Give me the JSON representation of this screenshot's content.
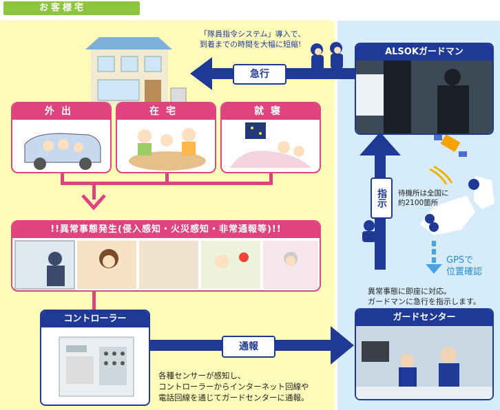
{
  "header_tag": "お客様宅",
  "top_note": [
    "「隊員指令システム」導入で、",
    "到着までの時間を大幅に短縮!"
  ],
  "arrow_labels": {
    "kyukou": "急行",
    "shiji": "指示",
    "tsuhou": "通報"
  },
  "situations": [
    {
      "label": "外出",
      "icon": "family-car-illustration"
    },
    {
      "label": "在宅",
      "icon": "family-dinner-illustration"
    },
    {
      "label": "就寝",
      "icon": "sleeping-illustration"
    }
  ],
  "emergency_title": "!!異常事態発生(侵入感知・火災感知・非常通報等)!!",
  "controller": {
    "title": "コントローラー"
  },
  "guardman": {
    "title": "ALSOKガードマン"
  },
  "guard_center": {
    "title": "ガードセンター"
  },
  "waiting_note": [
    "待機所は全国に",
    "約2100箇所"
  ],
  "gps_label": [
    "GPSで",
    "位置確認"
  ],
  "center_note": [
    "異常事態に即座に対応。",
    "ガードマンに急行を指示します。"
  ],
  "controller_note": [
    "各種センサーが感知し、",
    "コントローラーからインターネット回線や",
    "電話回線を通じてガードセンターに通報。"
  ],
  "colors": {
    "pink": "#e0447f",
    "navy": "#1e3a96",
    "yellow_bg": "#fffbb8",
    "blue_bg": "#d6ecfa",
    "green_tag": "#8cc63f"
  }
}
